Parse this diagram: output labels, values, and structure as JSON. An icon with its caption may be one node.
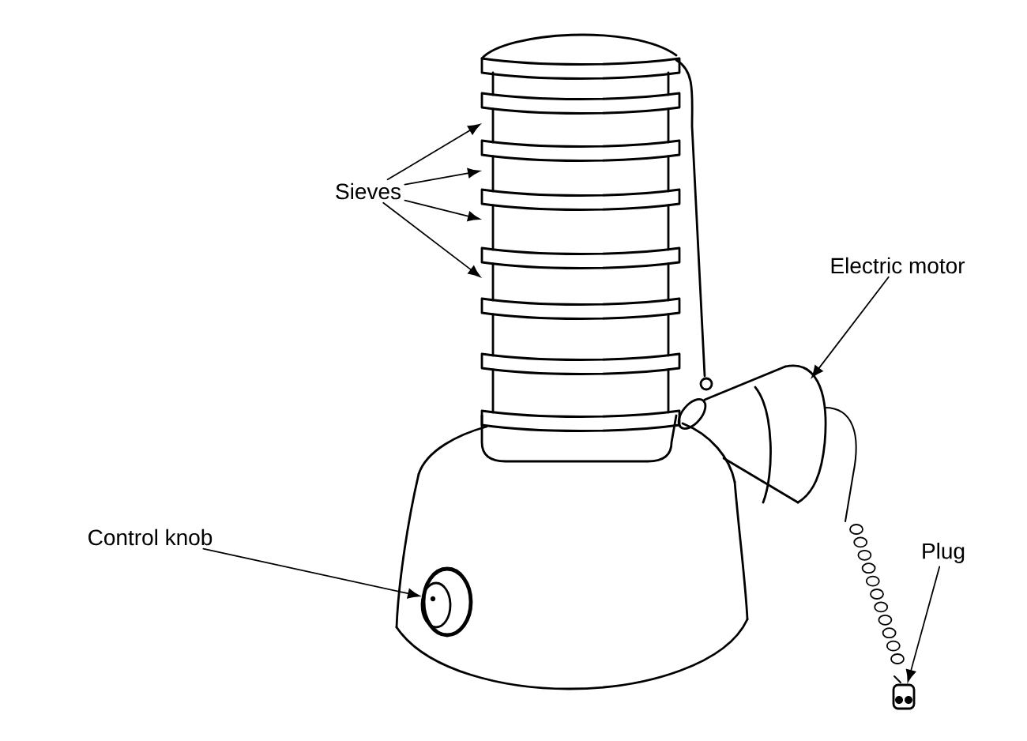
{
  "diagram": {
    "nodes": [
      {
        "text": [
          "Sieves"
        ]
      },
      {
        "text": [
          "Electric motor"
        ]
      },
      {
        "text": [
          "Control knob"
        ]
      },
      {
        "text": [
          "Plug"
        ]
      },
      {
        "text": [],
        "shape": "circle"
      },
      {
        "text": [],
        "shape": "box"
      }
    ],
    "edges": [
      {
        "from": 0,
        "to": null,
        "arrow": "to"
      },
      {
        "from": 0,
        "to": null,
        "arrow": "to"
      },
      {
        "from": 0,
        "to": null,
        "arrow": "to"
      },
      {
        "from": 0,
        "to": null,
        "arrow": "to"
      },
      {
        "from": 1,
        "to": null,
        "arrow": "to"
      },
      {
        "from": 2,
        "to": 4,
        "arrow": "to"
      },
      {
        "from": 3,
        "to": 5,
        "arrow": "to"
      }
    ]
  }
}
